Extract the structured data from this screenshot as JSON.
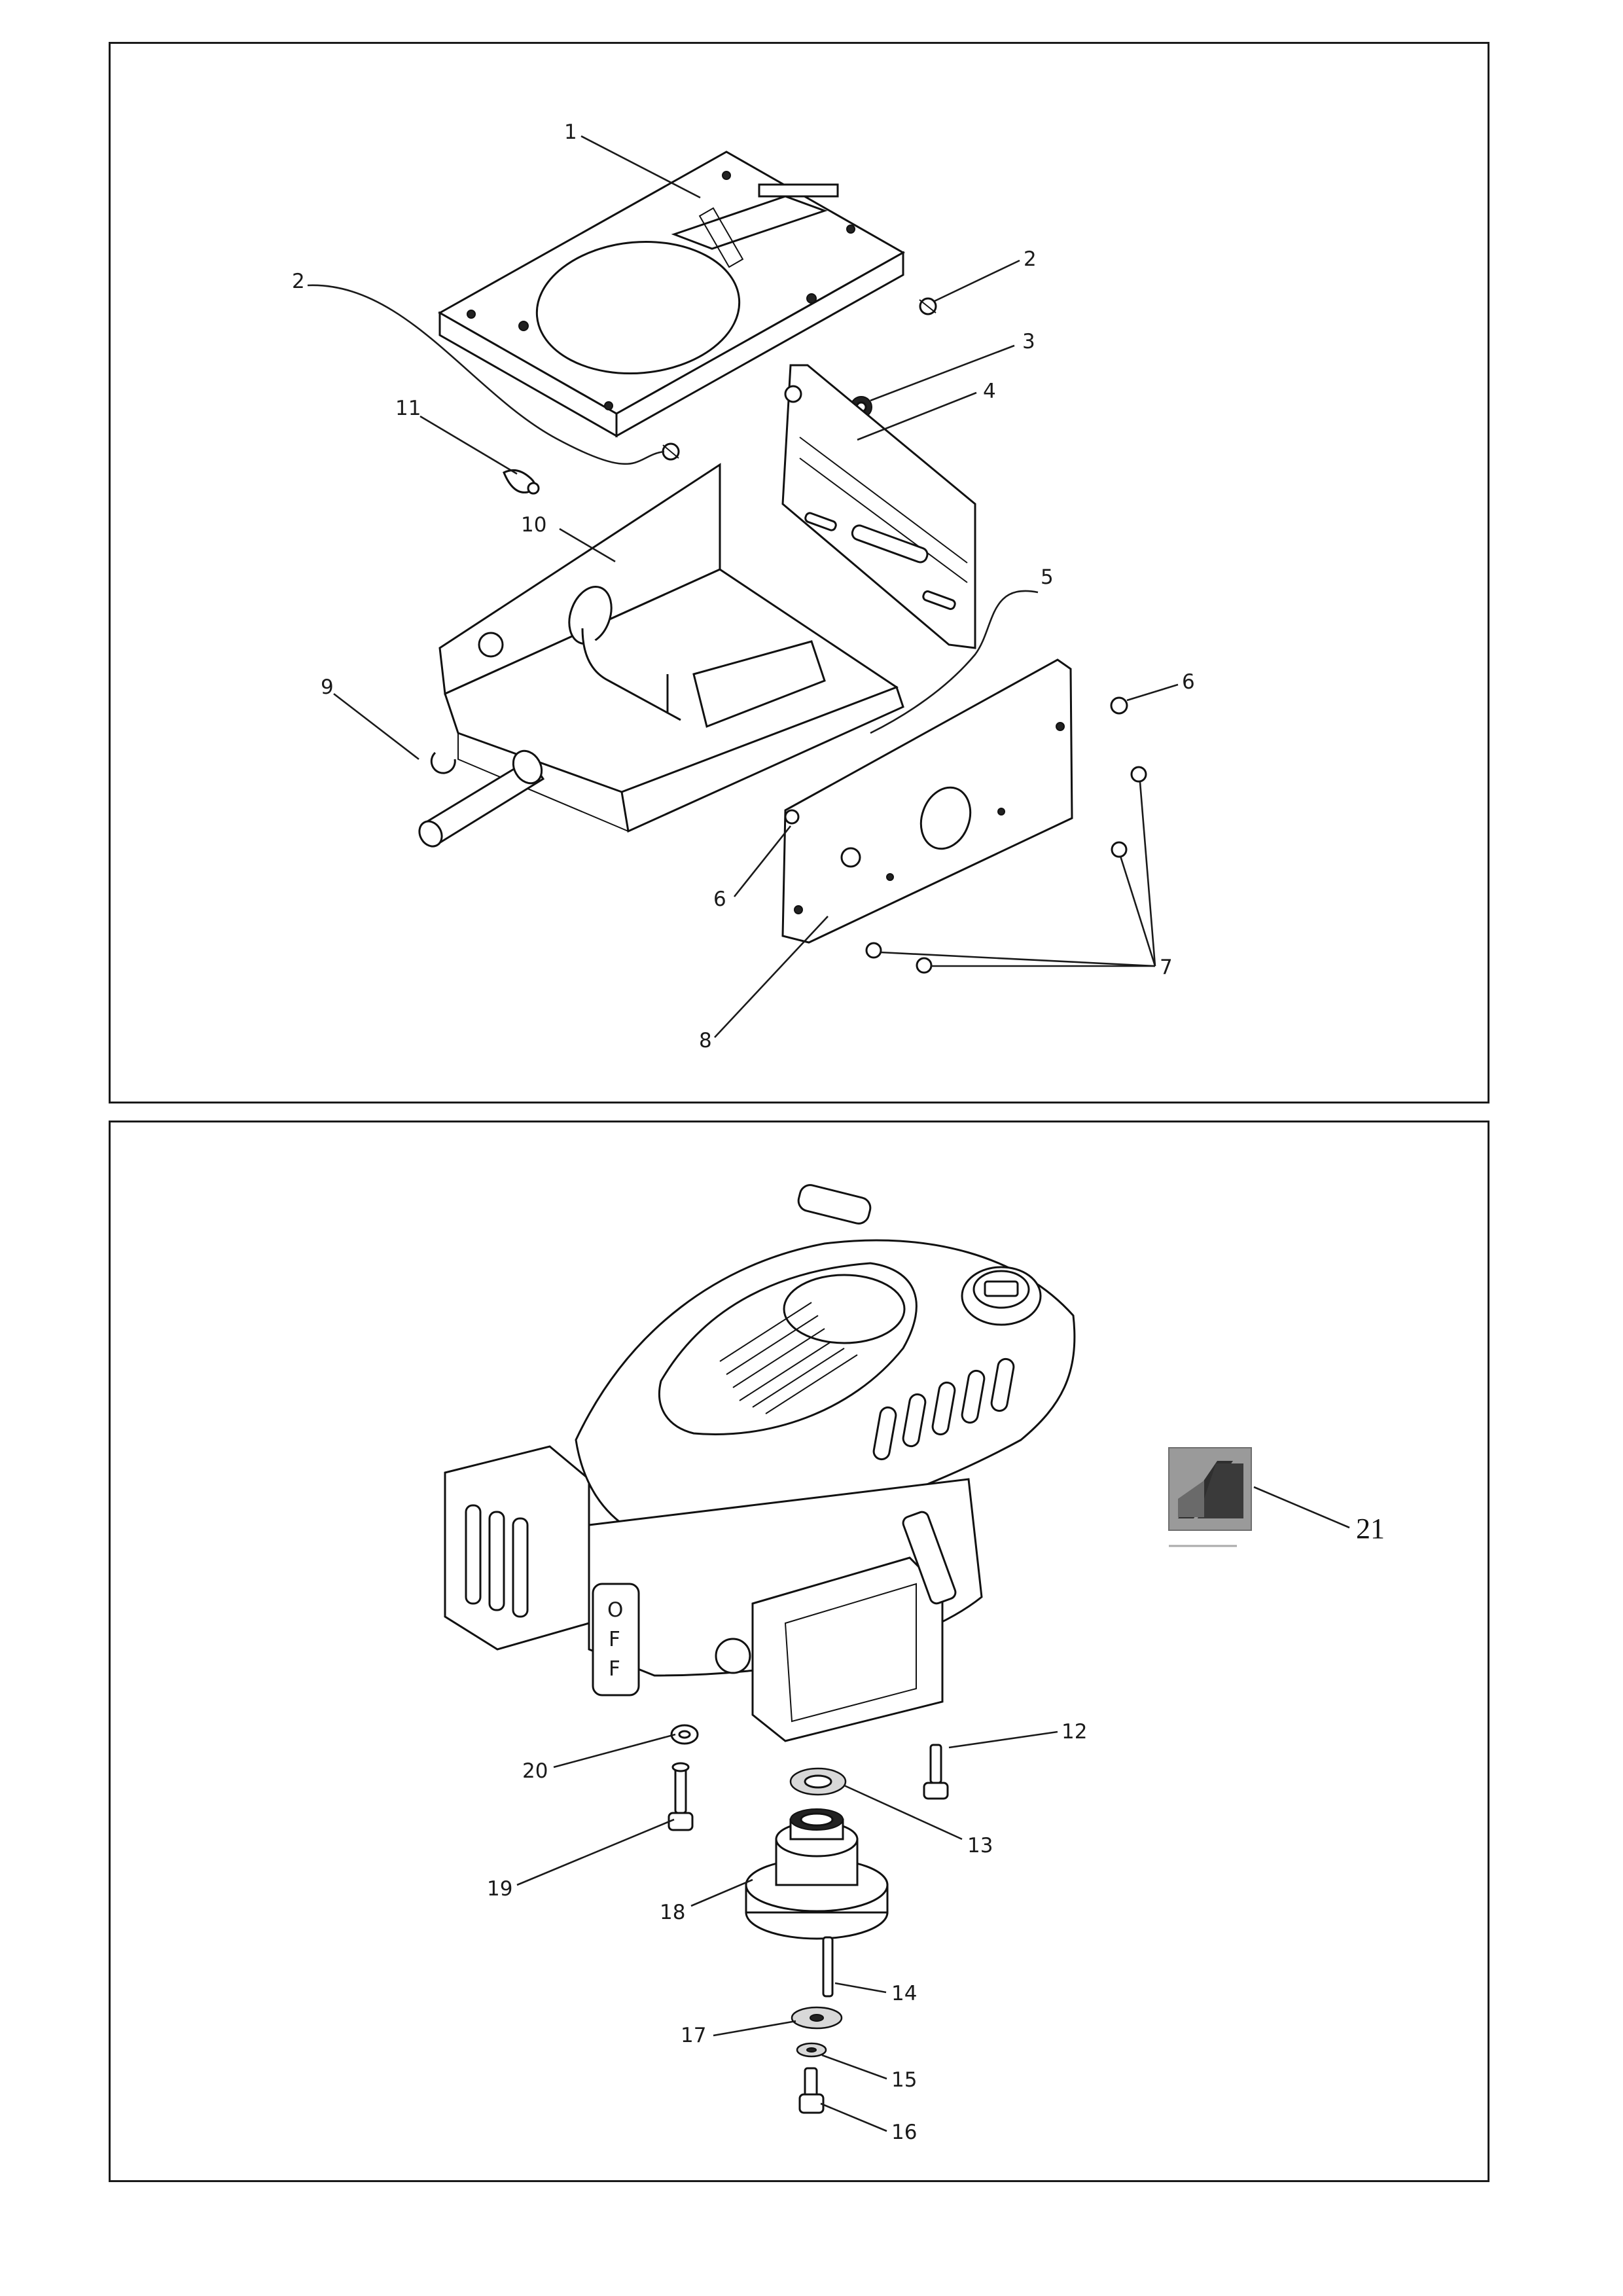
{
  "colors": {
    "line": "#1a1a1a",
    "paper": "#ffffff",
    "thumb_dark": "#3a3a3a",
    "thumb_bg": "#9a9a9a"
  },
  "top_panel": {
    "callouts": [
      {
        "id": "c1",
        "text": "1"
      },
      {
        "id": "c2a",
        "text": "2"
      },
      {
        "id": "c2b",
        "text": "2"
      },
      {
        "id": "c3",
        "text": "3"
      },
      {
        "id": "c4",
        "text": "4"
      },
      {
        "id": "c5",
        "text": "5"
      },
      {
        "id": "c6a",
        "text": "6"
      },
      {
        "id": "c6b",
        "text": "6"
      },
      {
        "id": "c7",
        "text": "7"
      },
      {
        "id": "c8",
        "text": "8"
      },
      {
        "id": "c9",
        "text": "9"
      },
      {
        "id": "c10",
        "text": "10"
      },
      {
        "id": "c11",
        "text": "11"
      }
    ]
  },
  "bottom_panel": {
    "callouts": [
      {
        "id": "c12",
        "text": "12"
      },
      {
        "id": "c13",
        "text": "13"
      },
      {
        "id": "c14",
        "text": "14"
      },
      {
        "id": "c15",
        "text": "15"
      },
      {
        "id": "c16",
        "text": "16"
      },
      {
        "id": "c17",
        "text": "17"
      },
      {
        "id": "c18",
        "text": "18"
      },
      {
        "id": "c19",
        "text": "19"
      },
      {
        "id": "c20",
        "text": "20"
      },
      {
        "id": "c21",
        "text": "21"
      }
    ],
    "engine_labels": [
      "O",
      "F",
      "F"
    ]
  }
}
